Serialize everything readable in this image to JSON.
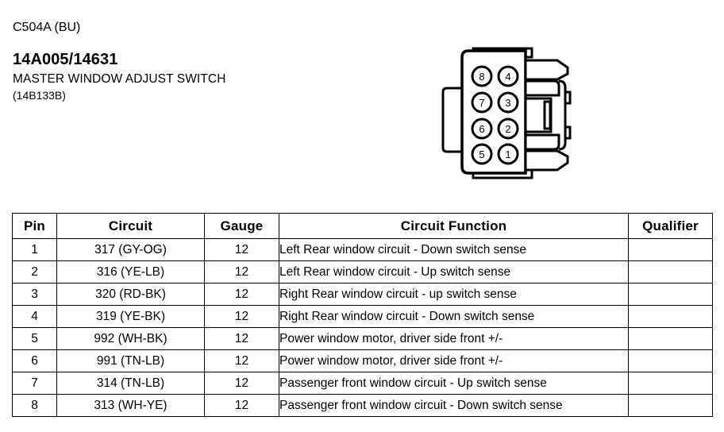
{
  "header": {
    "connector_code": "C504A (BU)",
    "part_number": "14A005/14631",
    "component_name": "MASTER WINDOW ADJUST SWITCH",
    "component_ref": "(14B133B)"
  },
  "connector": {
    "name": "8-way connector face view",
    "pins": [
      {
        "number": "8",
        "column": "left",
        "row": 1
      },
      {
        "number": "4",
        "column": "right",
        "row": 1
      },
      {
        "number": "7",
        "column": "left",
        "row": 2
      },
      {
        "number": "3",
        "column": "right",
        "row": 2
      },
      {
        "number": "6",
        "column": "left",
        "row": 3
      },
      {
        "number": "2",
        "column": "right",
        "row": 3
      },
      {
        "number": "5",
        "column": "left",
        "row": 4
      },
      {
        "number": "1",
        "column": "right",
        "row": 4
      }
    ]
  },
  "table": {
    "columns": [
      "Pin",
      "Circuit",
      "Gauge",
      "Circuit Function",
      "Qualifier"
    ],
    "rows": [
      {
        "pin": "1",
        "circuit": "317 (GY-OG)",
        "gauge": "12",
        "function": "Left Rear window circuit - Down switch sense",
        "qualifier": ""
      },
      {
        "pin": "2",
        "circuit": "316 (YE-LB)",
        "gauge": "12",
        "function": "Left Rear window circuit - Up switch sense",
        "qualifier": ""
      },
      {
        "pin": "3",
        "circuit": "320 (RD-BK)",
        "gauge": "12",
        "function": "Right Rear window circuit - up switch sense",
        "qualifier": ""
      },
      {
        "pin": "4",
        "circuit": "319 (YE-BK)",
        "gauge": "12",
        "function": "Right Rear window circuit - Down switch sense",
        "qualifier": ""
      },
      {
        "pin": "5",
        "circuit": "992 (WH-BK)",
        "gauge": "12",
        "function": "Power window motor, driver side front +/-",
        "qualifier": ""
      },
      {
        "pin": "6",
        "circuit": "991 (TN-LB)",
        "gauge": "12",
        "function": "Power window motor, driver side front +/-",
        "qualifier": ""
      },
      {
        "pin": "7",
        "circuit": "314 (TN-LB)",
        "gauge": "12",
        "function": "Passenger front window circuit - Up switch sense",
        "qualifier": ""
      },
      {
        "pin": "8",
        "circuit": "313 (WH-YE)",
        "gauge": "12",
        "function": "Passenger front window circuit - Down switch sense",
        "qualifier": ""
      }
    ]
  },
  "colors": {
    "ink": "#000000",
    "background": "#ffffff"
  }
}
